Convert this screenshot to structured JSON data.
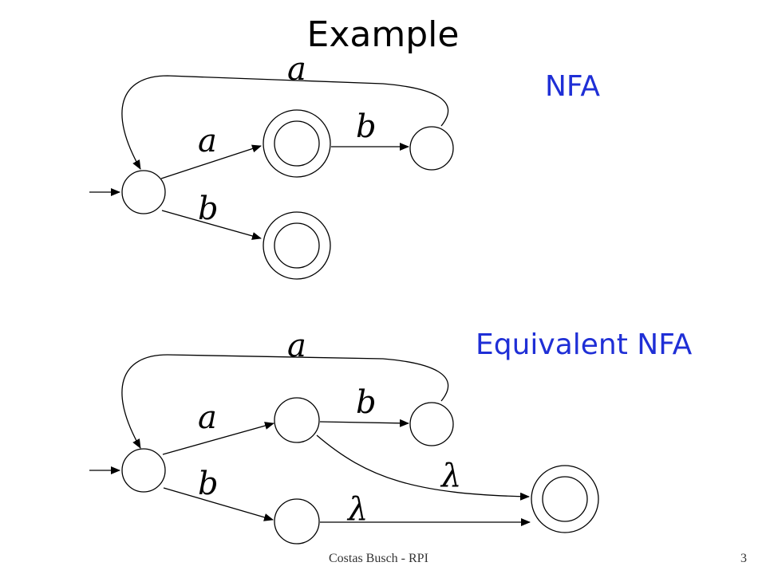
{
  "slide": {
    "title": "Example",
    "footer_left": "Costas Busch - RPI",
    "page_number": "3",
    "heading_color": "#1f2fd6"
  },
  "diagram1": {
    "heading": "NFA",
    "labels": {
      "loop": "a",
      "to_q1": "a",
      "q1_to_q2": "b",
      "to_q3": "b"
    }
  },
  "diagram2": {
    "heading": "Equivalent NFA",
    "labels": {
      "loop": "a",
      "to_q1": "a",
      "q1_to_q2": "b",
      "to_q3": "b",
      "q1_to_qf": "λ",
      "q3_to_qf": "λ"
    }
  }
}
